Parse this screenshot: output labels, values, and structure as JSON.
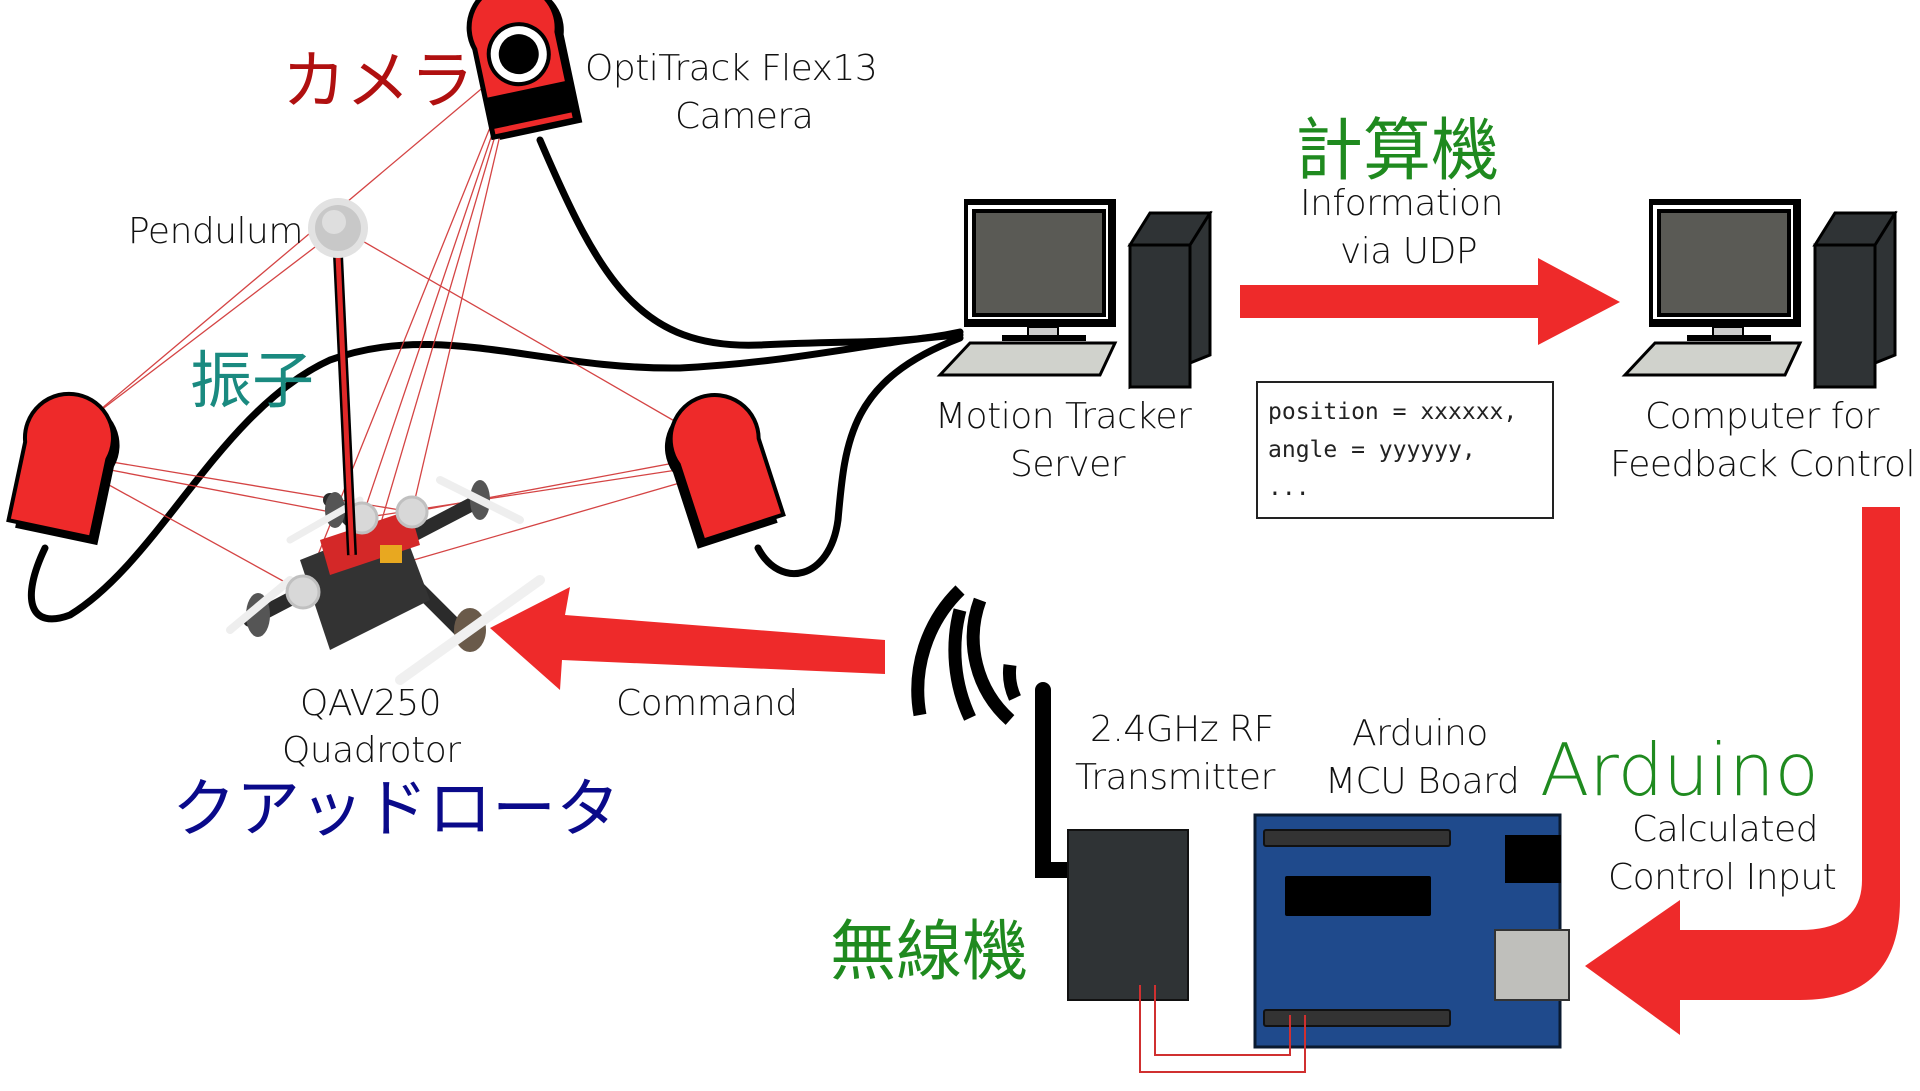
{
  "diagram": {
    "title": "Quadrotor pendulum motion-capture feedback control system",
    "colors": {
      "arrow_red": "#ee2a2a",
      "camera_red": "#ee2a2a",
      "label_camera_jp": "#b01010",
      "label_pendulum_jp": "#1a8a80",
      "label_computer_jp": "#1f8a1f",
      "label_quadrotor_jp": "#0a0a8a",
      "label_radio_jp": "#1f8a1f",
      "label_arduino": "#1f8a1f",
      "arduino_board_blue": "#1f4a8c",
      "computer_dark": "#2f3335",
      "screen_gray": "#5a5a55"
    },
    "nodes": {
      "camera": {
        "jp_label": "カメラ",
        "en_label_line1": "OptiTrack Flex13",
        "en_label_line2": "Camera"
      },
      "pendulum": {
        "jp_label": "振子",
        "en_label": "Pendulum"
      },
      "motion_tracker": {
        "en_label_line1": "Motion Tracker",
        "en_label_line2": "Server"
      },
      "feedback_computer": {
        "en_label_line1": "Computer for",
        "en_label_line2": "Feedback Control"
      },
      "computers_group": {
        "jp_label": "計算機"
      },
      "quadrotor": {
        "jp_label": "クアッドロータ",
        "en_label_line1": "QAV250",
        "en_label_line2": "Quadrotor"
      },
      "transmitter": {
        "jp_label": "無線機",
        "en_label_line1": "2.4GHz RF",
        "en_label_line2": "Transmitter"
      },
      "arduino": {
        "brand_label": "Arduino",
        "en_label_line1": "Arduino",
        "en_label_line2": "MCU Board"
      }
    },
    "edges": {
      "udp": {
        "label_line1": "Information",
        "label_line2": "via UDP"
      },
      "command": {
        "label": "Command"
      },
      "control_input": {
        "label_line1": "Calculated",
        "label_line2": "Control Input"
      }
    },
    "packet_example": {
      "lines": [
        "position = xxxxxx,",
        "angle = yyyyyy,",
        "..."
      ]
    }
  }
}
